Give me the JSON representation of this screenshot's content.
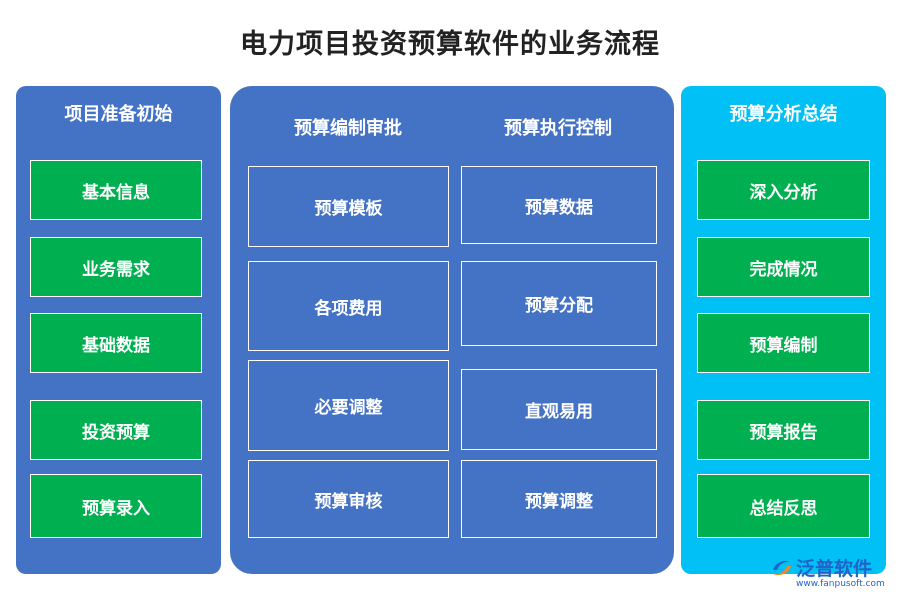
{
  "title": "电力项目投资预算软件的业务流程",
  "left": {
    "title": "项目准备初始",
    "items": [
      "基本信息",
      "业务需求",
      "基础数据",
      "投资预算",
      "预算录入"
    ]
  },
  "middle": {
    "col1": {
      "title": "预算编制审批",
      "items": [
        "预算模板",
        "各项费用",
        "必要调整",
        "预算审核"
      ]
    },
    "col2": {
      "title": "预算执行控制",
      "items": [
        "预算数据",
        "预算分配",
        "直观易用",
        "预算调整"
      ]
    }
  },
  "right": {
    "title": "预算分析总结",
    "items": [
      "深入分析",
      "完成情况",
      "预算编制",
      "预算报告",
      "总结反思"
    ]
  },
  "logo": {
    "name": "泛普软件",
    "url": "www.fanpusoft.com"
  },
  "colors": {
    "panel_blue": "#4472c4",
    "panel_cyan": "#00c0f5",
    "box_green": "#00b050",
    "logo_blue": "#1f64c8"
  }
}
